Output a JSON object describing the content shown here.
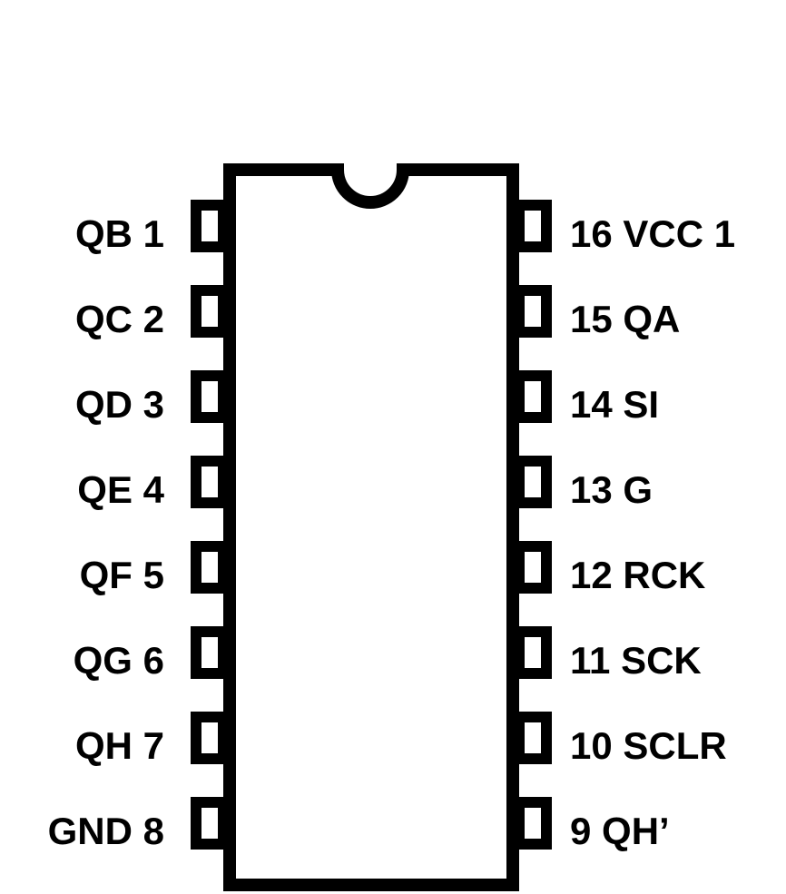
{
  "colors": {
    "outline": "#000000",
    "background": "#ffffff"
  },
  "chip": {
    "left_pins": [
      {
        "label": "QB 1"
      },
      {
        "label": "QC 2"
      },
      {
        "label": "QD 3"
      },
      {
        "label": "QE 4"
      },
      {
        "label": "QF 5"
      },
      {
        "label": "QG 6"
      },
      {
        "label": "QH 7"
      },
      {
        "label": "GND 8"
      }
    ],
    "right_pins": [
      {
        "label": "16 VCC 1"
      },
      {
        "label": "15 QA"
      },
      {
        "label": "14 SI"
      },
      {
        "label": "13 G"
      },
      {
        "label": "12 RCK"
      },
      {
        "label": "11 SCK"
      },
      {
        "label": "10 SCLR"
      },
      {
        "label": "9 QH’"
      }
    ]
  }
}
